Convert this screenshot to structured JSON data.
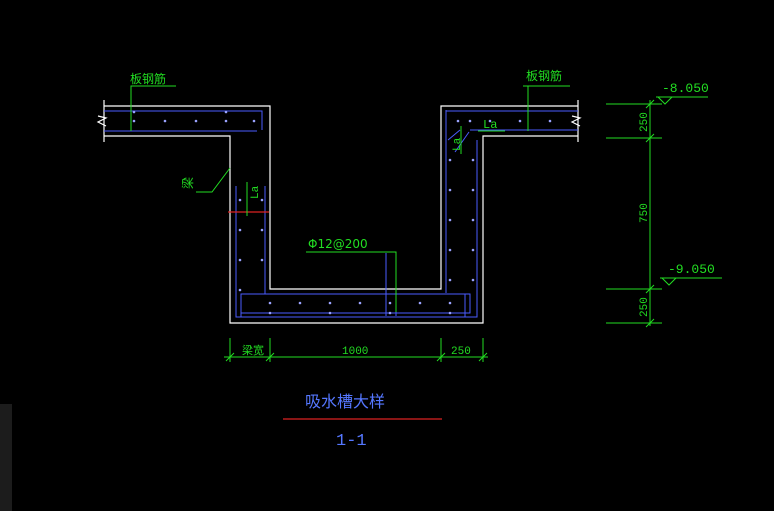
{
  "colors": {
    "background": "#000000",
    "outline": "#ffffff",
    "rebar": "#4a5cff",
    "annotation": "#22dd22",
    "dimension": "#22dd22",
    "title": "#5577ff",
    "title_underline": "#dd2222",
    "cut_line": "#dd2222"
  },
  "labels": {
    "slab_rebar_left": "板钢筋",
    "slab_rebar_right": "板钢筋",
    "beam": "梁",
    "anchor_left": "La",
    "anchor_right_top": "La",
    "anchor_right_side": "La",
    "rebar_spec": "Φ12@200"
  },
  "levels": {
    "top": "-8.050",
    "bottom": "-9.050"
  },
  "dimensions": {
    "horizontal": [
      "梁宽",
      "1000",
      "250"
    ],
    "vertical": [
      "250",
      "750",
      "250"
    ]
  },
  "title": {
    "name": "吸水槽大样",
    "section": "1-1"
  }
}
